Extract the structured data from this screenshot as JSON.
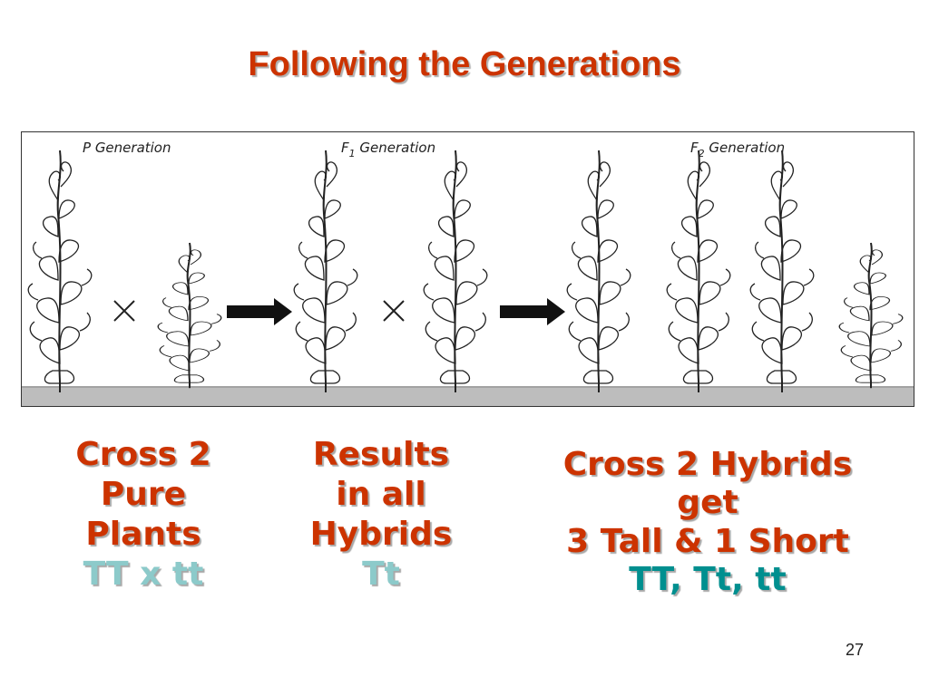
{
  "slide": {
    "title": "Following the Generations",
    "page_number": "27"
  },
  "figure": {
    "labels": {
      "p": "P Generation",
      "f1_letter": "F",
      "f1_sub": "1",
      "f2_letter": "F",
      "f2_sub": "2",
      "generation_word": "Generation"
    },
    "cross_symbol": "×"
  },
  "columns": {
    "c1": {
      "lines": [
        "Cross 2",
        "Pure",
        "Plants"
      ],
      "genotype": "TT x tt"
    },
    "c2": {
      "lines": [
        "Results",
        "in all",
        "Hybrids"
      ],
      "genotype": "Tt"
    },
    "c3": {
      "lines": [
        "Cross 2 Hybrids",
        "get",
        "3 Tall & 1 Short"
      ],
      "genotype": "TT, Tt, tt"
    }
  },
  "colors": {
    "title": "#cc3300",
    "text_red": "#cc3300",
    "genotype_light": "#8ccaca",
    "genotype_teal": "#008f8f"
  },
  "icons": [
    "pea-plant-icon",
    "cross-symbol-icon",
    "arrow-right-icon"
  ]
}
